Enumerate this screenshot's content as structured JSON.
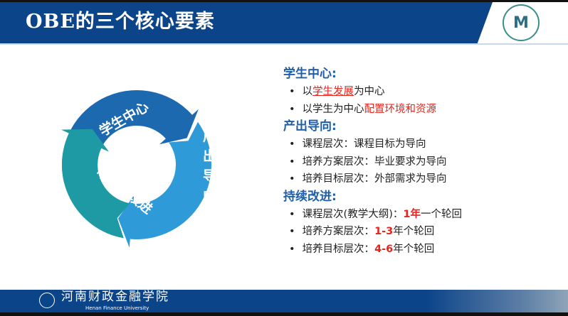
{
  "slide": {
    "title": "OBE的三个核心要素"
  },
  "logo": {
    "text": "河南财政金融学院",
    "en": "HENAN FINANCE UNIVERSITY"
  },
  "cycle": {
    "segments": [
      {
        "label": "学生中心",
        "color": "#1d69b0"
      },
      {
        "label": "产出导向",
        "color": "#2e9ad8"
      },
      {
        "label": "可持续改进",
        "color": "#1e9aa4"
      }
    ]
  },
  "sections": [
    {
      "heading": "学生中心:",
      "items": [
        {
          "pre": "以",
          "emph": "学生发展",
          "post": "为中心"
        },
        {
          "pre": "以学生为中心",
          "emph": "配置环境和资源",
          "post": ""
        }
      ]
    },
    {
      "heading": "产出导向:",
      "items": [
        {
          "text": "课程层次：课程目标为导向"
        },
        {
          "text": "培养方案层次：毕业要求为导向"
        },
        {
          "text": "培养目标层次：外部需求为导向"
        }
      ]
    },
    {
      "heading": "持续改进:",
      "items": [
        {
          "pre": "课程层次(教学大纲)：",
          "emph": "1年",
          "post": "一个轮回"
        },
        {
          "pre": "培养方案层次：",
          "emph": "1-3",
          "post": "年个轮回"
        },
        {
          "pre": "培养目标层次：",
          "emph": "4-6",
          "post": "年个轮回"
        }
      ]
    }
  ],
  "footer": {
    "name": "河南财政金融学院",
    "en": "Henan Finance University"
  }
}
